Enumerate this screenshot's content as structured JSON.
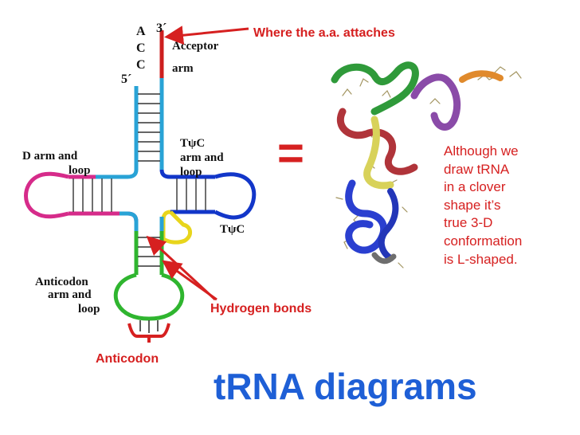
{
  "title": "tRNA diagrams",
  "labels": {
    "three_prime": "3´",
    "five_prime": "5´",
    "base_a": "A",
    "base_c1": "C",
    "base_c2": "C",
    "acceptor_line1": "Acceptor",
    "acceptor_line2": "arm",
    "d_arm_line1": "D arm and",
    "d_arm_line2": "loop",
    "tpsic_line1": "TψC",
    "tpsic_line2": "arm and",
    "tpsic_line3": "loop",
    "tpsic_loop": "TψC",
    "anticodon_line1": "Anticodon",
    "anticodon_line2": "arm and",
    "anticodon_line3": "loop"
  },
  "callouts": {
    "attach": "Where the a.a. attaches",
    "hbonds": "Hydrogen bonds",
    "anticodon": "Anticodon",
    "equals": "="
  },
  "note_lines": [
    "Although we",
    "draw tRNA",
    "in a clover",
    "shape it’s",
    "true 3-D",
    "conformation",
    "is L-shaped."
  ],
  "colors": {
    "acceptor": "#cc1f1f",
    "stem": "#29a3d6",
    "d_arm": "#d62b8a",
    "tpsic_arm": "#1236c9",
    "variable_loop": "#e8d51c",
    "anticodon_arm": "#2fb52f",
    "callout": "#d62020",
    "title": "#1e5fd6"
  }
}
